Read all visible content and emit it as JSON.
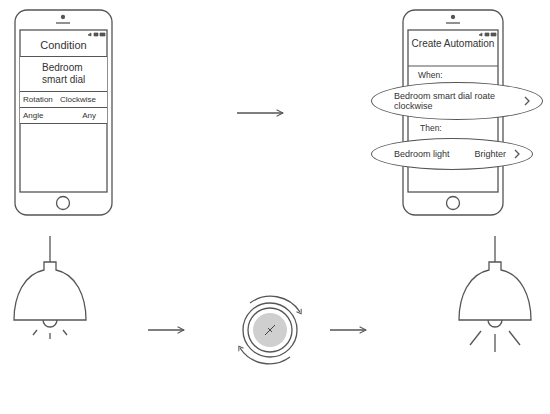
{
  "diagram": {
    "nodes": [
      {
        "text": [
          "Condition"
        ]
      },
      {
        "text": [
          "Bedroom smart dial"
        ],
        "in": 0
      },
      {
        "text": [
          "Rotation",
          "Clockwise"
        ],
        "in": 0
      },
      {
        "text": [
          "Angle",
          "Any"
        ],
        "in": 0
      },
      {
        "text": [
          "Create Automation",
          "When:",
          "Then:"
        ]
      },
      {
        "text": [
          "Bedroom smart dial roate clockwise"
        ],
        "in": 4
      },
      {
        "text": [
          "Bedroom light",
          "Brighter"
        ],
        "in": 4
      }
    ]
  }
}
